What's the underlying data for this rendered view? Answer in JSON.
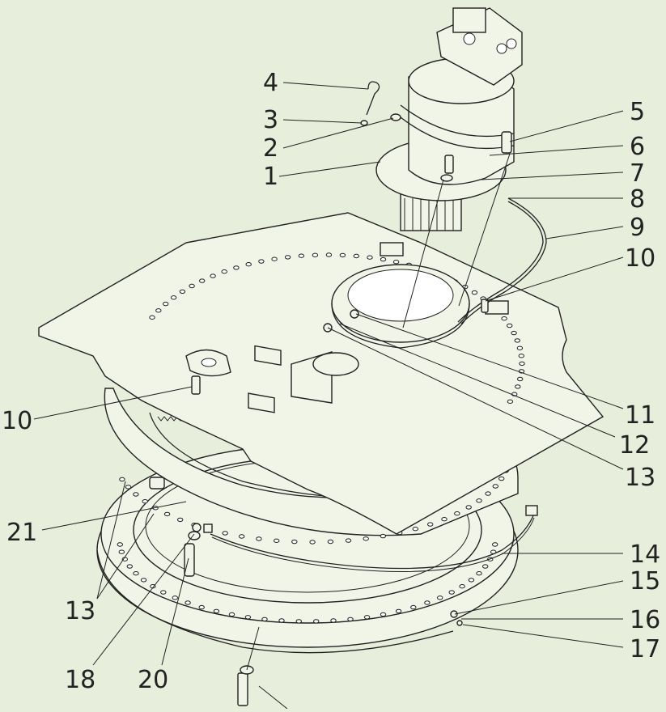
{
  "drawing": {
    "background": "#e7eedb",
    "line_color": "#222222",
    "callouts": [
      {
        "id": "c4",
        "label": "4"
      },
      {
        "id": "c3",
        "label": "3"
      },
      {
        "id": "c2",
        "label": "2"
      },
      {
        "id": "c1",
        "label": "1"
      },
      {
        "id": "c5",
        "label": "5"
      },
      {
        "id": "c6",
        "label": "6"
      },
      {
        "id": "c7",
        "label": "7"
      },
      {
        "id": "c8",
        "label": "8"
      },
      {
        "id": "c9",
        "label": "9"
      },
      {
        "id": "c10a",
        "label": "10"
      },
      {
        "id": "c10b",
        "label": "10"
      },
      {
        "id": "c11",
        "label": "11"
      },
      {
        "id": "c12",
        "label": "12"
      },
      {
        "id": "c13a",
        "label": "13"
      },
      {
        "id": "c13b",
        "label": "13"
      },
      {
        "id": "c14",
        "label": "14"
      },
      {
        "id": "c15",
        "label": "15"
      },
      {
        "id": "c16",
        "label": "16"
      },
      {
        "id": "c17",
        "label": "17"
      },
      {
        "id": "c18",
        "label": "18"
      },
      {
        "id": "c20",
        "label": "20"
      },
      {
        "id": "c21",
        "label": "21"
      }
    ]
  }
}
